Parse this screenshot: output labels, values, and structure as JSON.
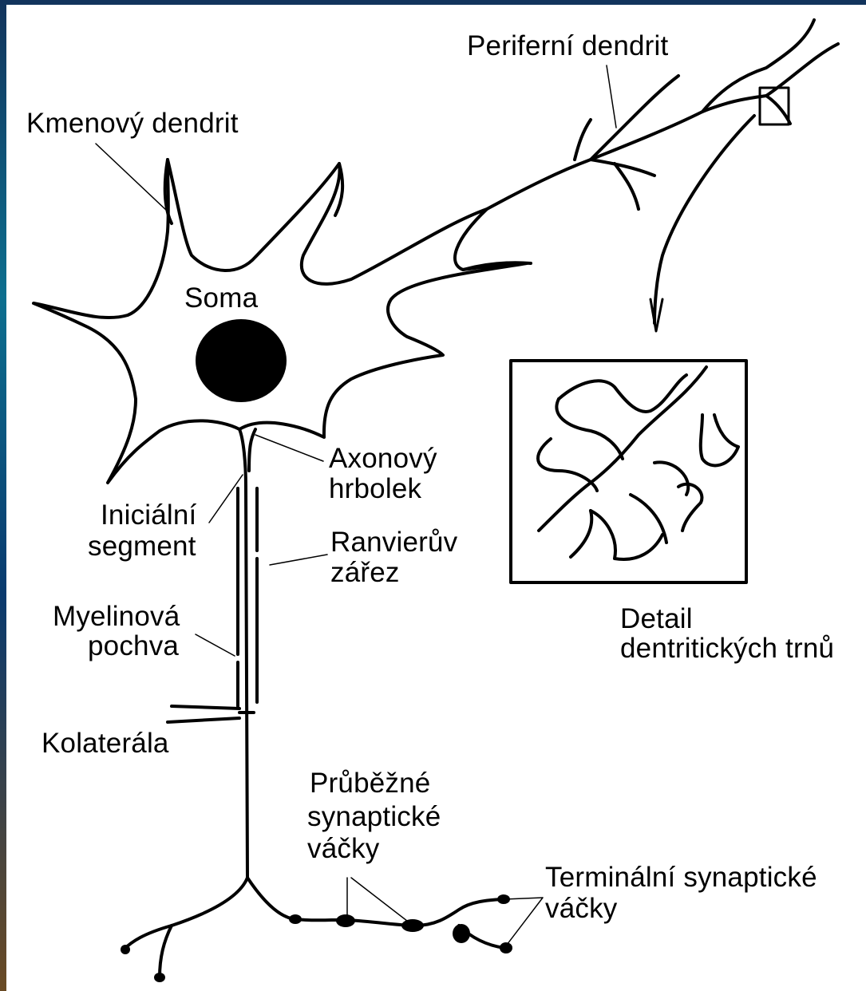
{
  "labels": {
    "peripheral_dendrite": "Periferní dendrit",
    "stem_dendrite": "Kmenový dendrit",
    "soma": "Soma",
    "axon_hillock_1": "Axonový",
    "axon_hillock_2": "hrbolek",
    "initial_segment_1": "Iniciální",
    "initial_segment_2": "segment",
    "node_of_ranvier_1": "Ranvierův",
    "node_of_ranvier_2": "zářez",
    "myelin_sheath_1": "Myelinová",
    "myelin_sheath_2": "pochva",
    "collateral": "Kolaterála",
    "passing_vesicles_1": "Průběžné",
    "passing_vesicles_2": "synaptické",
    "passing_vesicles_3": "váčky",
    "terminal_vesicles_1": "Terminální synaptické",
    "terminal_vesicles_2": "váčky",
    "spine_detail_1": "Detail",
    "spine_detail_2": "dentritických trnů"
  },
  "colors": {
    "ink": "#000000",
    "paper": "#ffffff",
    "background": "#0b2a52"
  }
}
